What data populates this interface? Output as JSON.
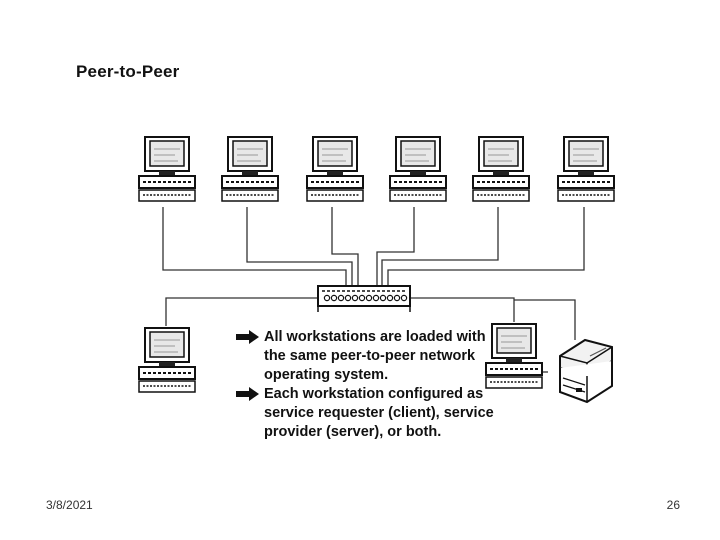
{
  "slide": {
    "title": "Peer-to-Peer",
    "bullets": [
      "All workstations are loaded with the same peer-to-peer network operating system.",
      "Each workstation configured as service requester (client), service provider (server), or both."
    ],
    "date": "3/8/2021",
    "page_number": "26"
  },
  "diagram": {
    "top_workstations": 6,
    "bottom_workstations": 2,
    "hub_ports": 12,
    "devices": [
      "workstation-icon",
      "hub-icon",
      "printer-icon",
      "arrow-bullet-icon"
    ]
  }
}
